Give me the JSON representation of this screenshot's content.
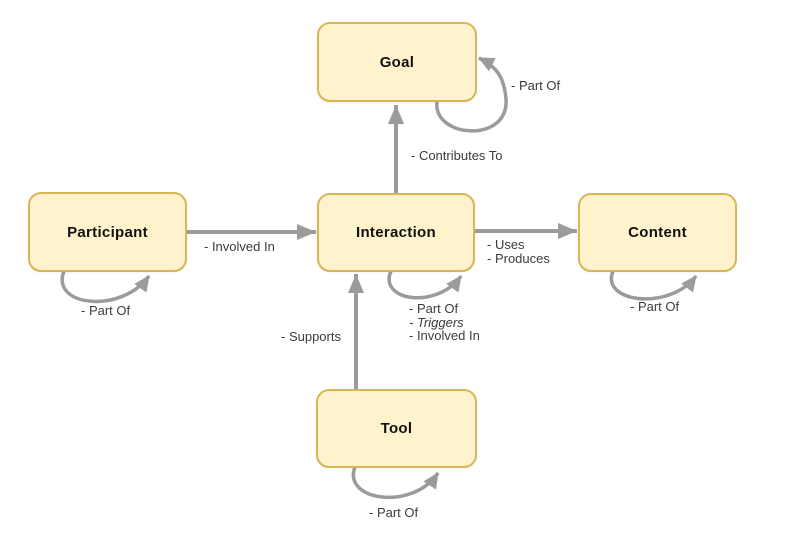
{
  "diagram": {
    "colors": {
      "background": "#ffffff",
      "node_fill": "#fff2cc",
      "node_border": "#d6b656",
      "edge": "#9b9b9b",
      "edge_label": "#3c3c3c",
      "node_label": "#111111"
    },
    "nodes": {
      "goal": {
        "label": "Goal"
      },
      "participant": {
        "label": "Participant"
      },
      "interaction": {
        "label": "Interaction"
      },
      "content": {
        "label": "Content"
      },
      "tool": {
        "label": "Tool"
      }
    },
    "edges": {
      "participant_to_interaction": {
        "label": "- Involved In"
      },
      "interaction_to_goal": {
        "label": "- Contributes To"
      },
      "interaction_to_content": {
        "labels": [
          "- Uses",
          "- Produces"
        ]
      },
      "tool_to_interaction": {
        "label": "- Supports"
      },
      "goal_self": {
        "label": "- Part Of"
      },
      "participant_self": {
        "label": "- Part Of"
      },
      "interaction_self": {
        "labels": [
          "- Part Of",
          "- Triggers",
          "- Involved In"
        ]
      },
      "content_self": {
        "label": "- Part Of"
      },
      "tool_self": {
        "label": "- Part Of"
      }
    }
  }
}
